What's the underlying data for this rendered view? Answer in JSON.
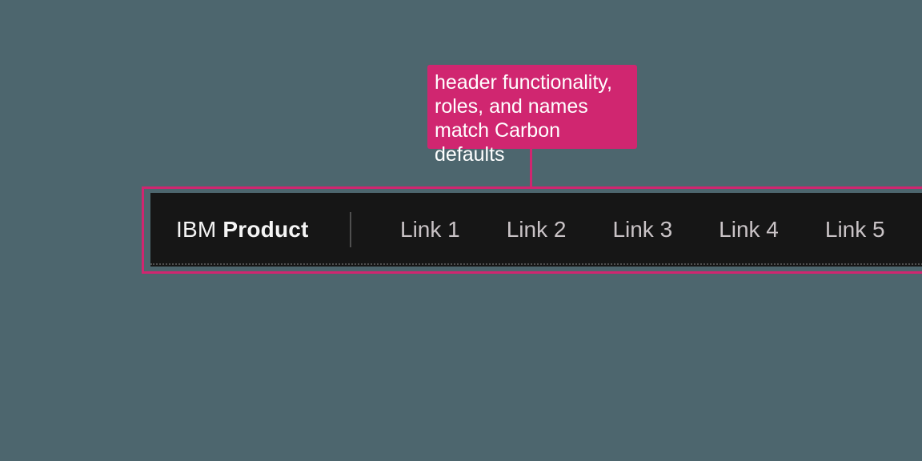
{
  "canvas": {
    "background_color": "#4d666e"
  },
  "annotation": {
    "label": "header functionality,\nroles, and names\nmatch Carbon defaults",
    "accent_color": "#d02670",
    "text_color": "#ffffff"
  },
  "header": {
    "background_color": "#161616",
    "brand": {
      "company": "IBM",
      "product": "Product"
    },
    "links": [
      "Link 1",
      "Link 2",
      "Link 3",
      "Link 4",
      "Link 5"
    ]
  }
}
